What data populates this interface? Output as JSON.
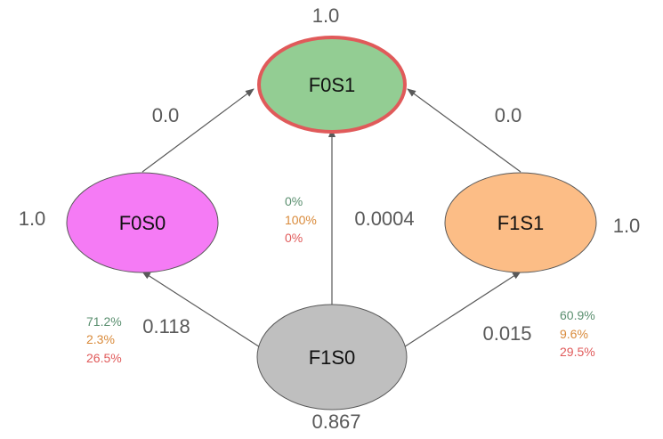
{
  "colors": {
    "edge": "#595959",
    "text_value": "#595959",
    "pct_green": "#5a8f6f",
    "pct_orange": "#d98a3a",
    "pct_red": "#e05a5a",
    "highlight_border": "#e05a5a"
  },
  "nodes": {
    "f0s1": {
      "label": "F0S1",
      "value": "1.0",
      "fill": "#93cd93",
      "highlighted": true
    },
    "f0s0": {
      "label": "F0S0",
      "value": "1.0",
      "fill": "#f57bf5"
    },
    "f1s1": {
      "label": "F1S1",
      "value": "1.0",
      "fill": "#fcbd86"
    },
    "f1s0": {
      "label": "F1S0",
      "value": "0.867",
      "fill": "#bfbfbf"
    }
  },
  "edges": {
    "f0s0_to_f0s1": {
      "from": "F0S0",
      "to": "F0S1",
      "weight": "0.0"
    },
    "f1s1_to_f0s1": {
      "from": "F1S1",
      "to": "F0S1",
      "weight": "0.0"
    },
    "f1s0_to_f0s1": {
      "from": "F1S0",
      "to": "F0S1",
      "weight": "0.0004",
      "breakdown": [
        "0%",
        "100%",
        "0%"
      ]
    },
    "f1s0_to_f0s0": {
      "from": "F1S0",
      "to": "F0S0",
      "weight": "0.118",
      "breakdown": [
        "71.2%",
        "2.3%",
        "26.5%"
      ]
    },
    "f1s0_to_f1s1": {
      "from": "F1S0",
      "to": "F1S1",
      "weight": "0.015",
      "breakdown": [
        "60.9%",
        "9.6%",
        "29.5%"
      ]
    }
  }
}
